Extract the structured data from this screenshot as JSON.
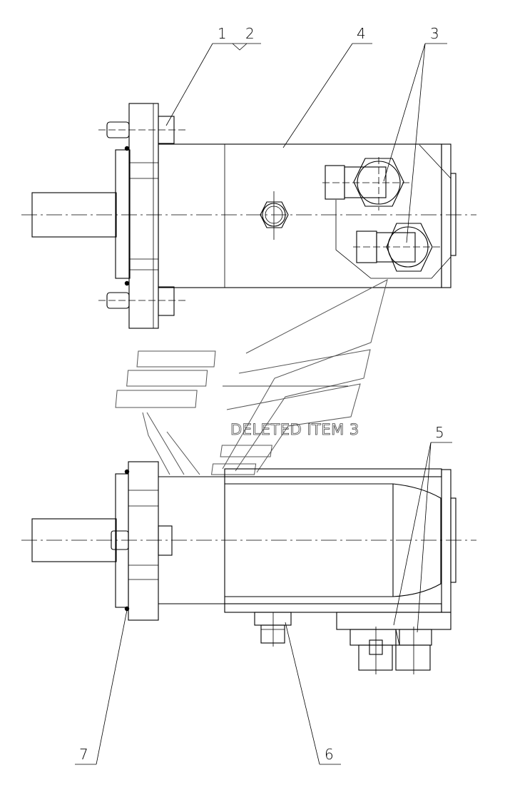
{
  "callouts": {
    "c1": "1",
    "c2": "2",
    "c3": "3",
    "c4": "4",
    "c5": "5",
    "c6": "6",
    "c7": "7"
  },
  "watermark": {
    "text": "DELETED ITEM 3"
  }
}
